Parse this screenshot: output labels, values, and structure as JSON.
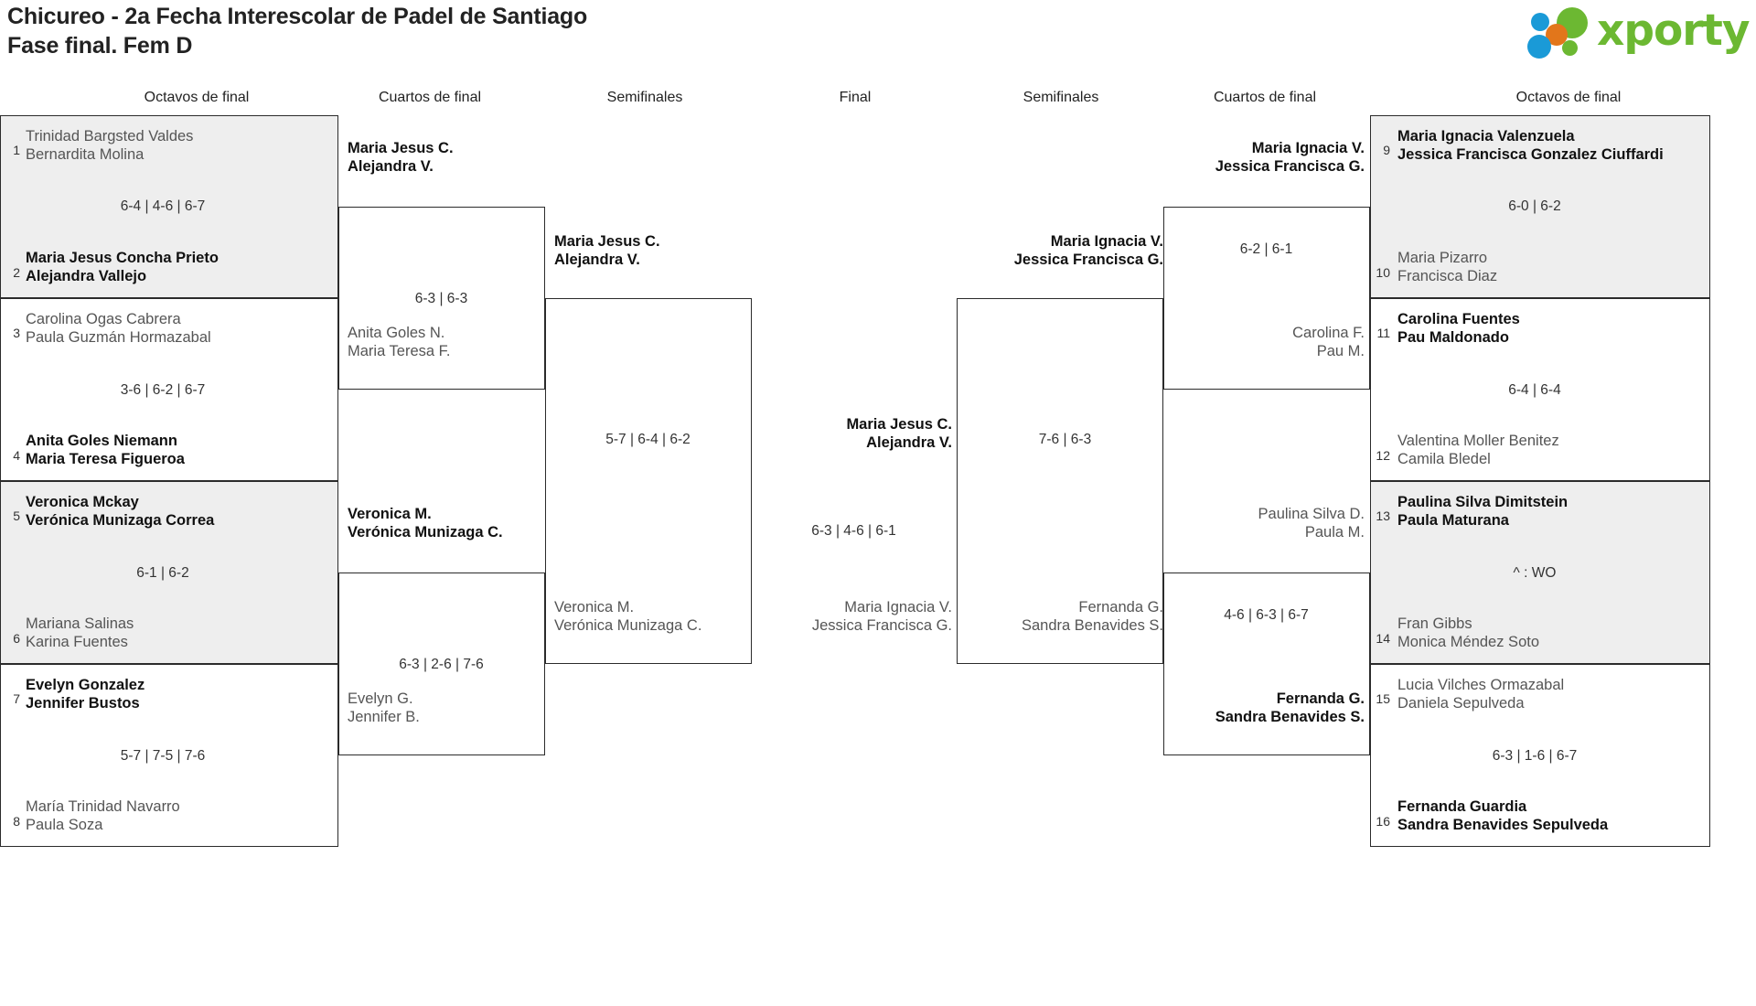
{
  "header": {
    "title": "Chicureo - 2a Fecha Interescolar de Padel de Santiago\nFase final. Fem D",
    "logo_text": "xporty",
    "logo_colors": {
      "green": "#6cb832",
      "blue": "#1a9ad7",
      "orange": "#e2761b"
    }
  },
  "round_headers": [
    {
      "label": "Octavos de final"
    },
    {
      "label": "Cuartos de final"
    },
    {
      "label": "Semifinales"
    },
    {
      "label": "Final"
    },
    {
      "label": "Semifinales"
    },
    {
      "label": "Cuartos de final"
    },
    {
      "label": "Octavos de final"
    }
  ],
  "left": {
    "r16": [
      {
        "seed_top": "1",
        "top": "Trinidad Bargsted Valdes\nBernardita Molina",
        "top_win": false,
        "score": "6-4 | 4-6 | 6-7",
        "seed_bot": "2",
        "bottom": "Maria Jesus Concha Prieto\nAlejandra Vallejo",
        "bottom_win": true
      },
      {
        "seed_top": "3",
        "top": "Carolina Ogas Cabrera\nPaula Guzmán Hormazabal",
        "top_win": false,
        "score": "3-6 | 6-2 | 6-7",
        "seed_bot": "4",
        "bottom": "Anita Goles Niemann\nMaria Teresa Figueroa",
        "bottom_win": true
      },
      {
        "seed_top": "5",
        "top": "Veronica Mckay\nVerónica Munizaga Correa",
        "top_win": true,
        "score": "6-1 | 6-2",
        "seed_bot": "6",
        "bottom": "Mariana Salinas\nKarina Fuentes",
        "bottom_win": false
      },
      {
        "seed_top": "7",
        "top": "Evelyn Gonzalez\nJennifer Bustos",
        "top_win": true,
        "score": "5-7 | 7-5 | 7-6",
        "seed_bot": "8",
        "bottom": "María Trinidad Navarro\nPaula Soza",
        "bottom_win": false
      }
    ],
    "qf": [
      {
        "top": "Maria Jesus C.\nAlejandra V.",
        "top_win": true,
        "score": "6-3 | 6-3",
        "bottom": "Anita Goles N.\nMaria Teresa F.",
        "bottom_win": false
      },
      {
        "top": "Veronica M.\nVerónica Munizaga C.",
        "top_win": true,
        "score": "6-3 | 2-6 | 7-6",
        "bottom": "Evelyn G.\nJennifer B.",
        "bottom_win": false
      }
    ],
    "sf": [
      {
        "top": "Maria Jesus C.\nAlejandra V.",
        "top_win": true,
        "score": "5-7 | 6-4 | 6-2",
        "bottom": "Veronica M.\nVerónica Munizaga C.",
        "bottom_win": false
      }
    ]
  },
  "final": {
    "top": "Maria Jesus C.\nAlejandra V.",
    "top_win": true,
    "score": "6-3 | 4-6 | 6-1",
    "bottom": "Maria Ignacia V.\nJessica Francisca G.",
    "bottom_win": false
  },
  "right": {
    "sf": [
      {
        "top": "Maria Ignacia V.\nJessica Francisca G.",
        "top_win": true,
        "score": "7-6 | 6-3",
        "bottom": "Fernanda G.\nSandra Benavides S.",
        "bottom_win": false
      }
    ],
    "qf": [
      {
        "top": "Maria Ignacia V.\nJessica Francisca G.",
        "top_win": true,
        "score": "6-2 | 6-1",
        "bottom": "Carolina F.\nPau M.",
        "bottom_win": false
      },
      {
        "top": "Paulina Silva D.\nPaula M.",
        "top_win": false,
        "score": "4-6 | 6-3 | 6-7",
        "bottom": "Fernanda G.\nSandra Benavides S.",
        "bottom_win": true
      }
    ],
    "r16": [
      {
        "seed_top": "9",
        "top": "Maria Ignacia Valenzuela\nJessica Francisca Gonzalez Ciuffardi",
        "top_win": true,
        "score": "6-0 | 6-2",
        "seed_bot": "10",
        "bottom": "Maria Pizarro\nFrancisca Diaz",
        "bottom_win": false
      },
      {
        "seed_top": "11",
        "top": "Carolina Fuentes\nPau Maldonado",
        "top_win": true,
        "score": "6-4 | 6-4",
        "seed_bot": "12",
        "bottom": "Valentina Moller Benitez\nCamila Bledel",
        "bottom_win": false
      },
      {
        "seed_top": "13",
        "top": "Paulina Silva Dimitstein\nPaula Maturana",
        "top_win": true,
        "score": "^ : WO",
        "seed_bot": "14",
        "bottom": "Fran Gibbs\nMonica Méndez Soto",
        "bottom_win": false
      },
      {
        "seed_top": "15",
        "top": "Lucia Vilches Ormazabal\nDaniela Sepulveda",
        "top_win": false,
        "score": "6-3 | 1-6 | 6-7",
        "seed_bot": "16",
        "bottom": "Fernanda Guardia\nSandra Benavides Sepulveda",
        "bottom_win": true
      }
    ]
  }
}
